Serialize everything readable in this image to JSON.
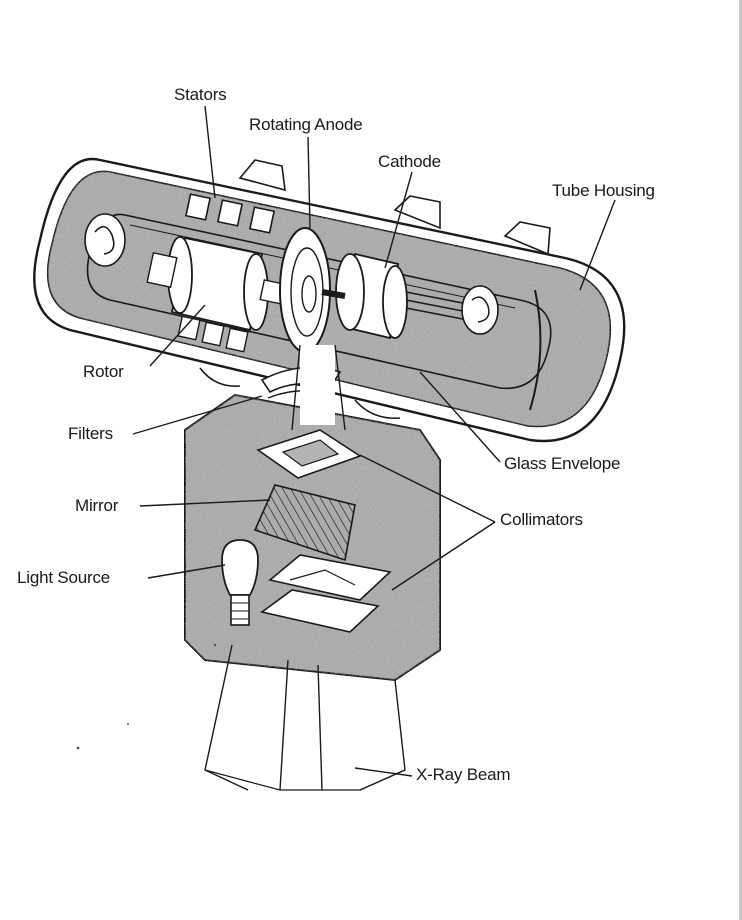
{
  "labels": {
    "stators": "Stators",
    "rotating_anode": "Rotating Anode",
    "cathode": "Cathode",
    "tube_housing": "Tube Housing",
    "rotor": "Rotor",
    "filters": "Filters",
    "glass_envelope": "Glass Envelope",
    "mirror": "Mirror",
    "collimators": "Collimators",
    "light_source": "Light Source",
    "xray_beam": "X-Ray Beam"
  },
  "colors": {
    "ink": "#1a1a1a",
    "stipple": "#9a9a9a",
    "paper": "#ffffff"
  }
}
